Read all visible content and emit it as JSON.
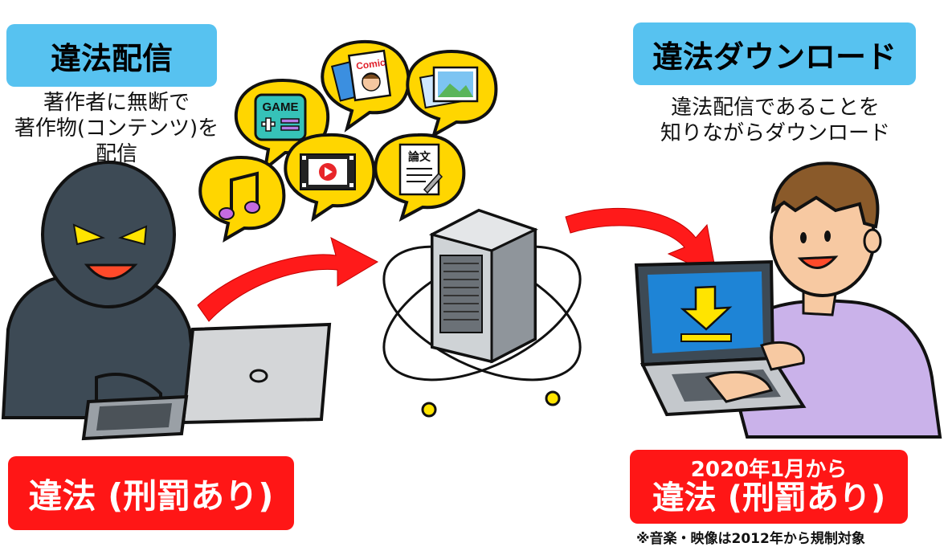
{
  "left": {
    "title": "違法配信",
    "description_lines": [
      "著作者に無断で",
      "著作物(コンテンツ)を",
      "配信"
    ],
    "penalty": "違法 (刑罰あり)"
  },
  "right": {
    "title": "違法ダウンロード",
    "description_lines": [
      "違法配信であることを",
      "知りながらダウンロード"
    ],
    "penalty_since": "2020年1月から",
    "penalty": "違法 (刑罰あり)",
    "footnote": "※音楽・映像は2012年から規制対象"
  },
  "content_icons": {
    "game": "GAME",
    "comic": "Comic",
    "paper": "論文"
  },
  "colors": {
    "blue_label": "#57c2f0",
    "red_label": "#ff1616",
    "bubble": "#ffd600",
    "arrow": "#ff1a1a",
    "hacker": "#3d4a55",
    "server": "#9ea3a8",
    "screen": "#1e84d6"
  }
}
